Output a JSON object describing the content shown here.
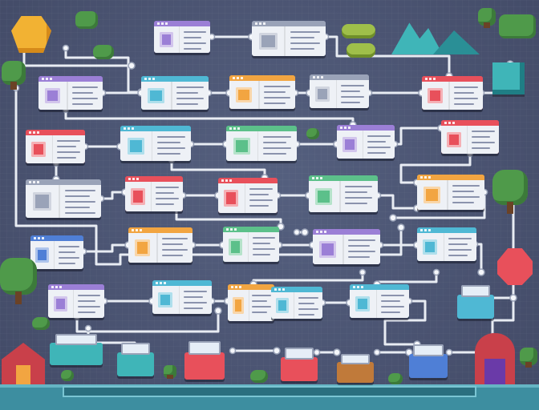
{
  "scene": {
    "palette": {
      "background": "#4b5573",
      "wire": "#e8ecf3",
      "ground": "#3d8ea0",
      "card_body": "#eef1f6"
    }
  },
  "cards": [
    {
      "id": "c1",
      "accent": "#9b7fd6",
      "icon": "window-icon"
    },
    {
      "id": "c2",
      "accent": "#9aa3b8",
      "icon": "robot-icon"
    },
    {
      "id": "c3",
      "accent": "#9b7fd6",
      "icon": "monitor-icon"
    },
    {
      "id": "c4",
      "accent": "#4fb8d4",
      "icon": "box-icon"
    },
    {
      "id": "c5",
      "accent": "#f2a541",
      "icon": "mail-icon"
    },
    {
      "id": "c6",
      "accent": "#9aa3b8",
      "icon": "shield-icon"
    },
    {
      "id": "c7",
      "accent": "#e8505b",
      "icon": "chat-icon"
    },
    {
      "id": "c8",
      "accent": "#e8505b",
      "icon": "clock-icon"
    },
    {
      "id": "c9",
      "accent": "#4fb8d4",
      "icon": "basket-icon"
    },
    {
      "id": "c10",
      "accent": "#5cc08a",
      "icon": "chart-icon"
    },
    {
      "id": "c11",
      "accent": "#9b7fd6",
      "icon": "image-icon"
    },
    {
      "id": "c12",
      "accent": "#e8505b",
      "icon": "gear-icon"
    },
    {
      "id": "c13",
      "accent": "#9aa3b8",
      "icon": "card-icon"
    },
    {
      "id": "c14",
      "accent": "#e8505b",
      "icon": "pencil-icon"
    },
    {
      "id": "c15",
      "accent": "#e8505b",
      "icon": "phone-icon"
    },
    {
      "id": "c16",
      "accent": "#5cc08a",
      "icon": "doc-icon"
    },
    {
      "id": "c17",
      "accent": "#f2a541",
      "icon": "bag-icon"
    },
    {
      "id": "c18",
      "accent": "#4f7fd6",
      "icon": "shield-icon"
    },
    {
      "id": "c19",
      "accent": "#f2a541",
      "icon": "photo-icon"
    },
    {
      "id": "c20",
      "accent": "#5cc08a",
      "icon": "plant-icon"
    },
    {
      "id": "c21",
      "accent": "#9b7fd6",
      "icon": "tv-icon"
    },
    {
      "id": "c22",
      "accent": "#4fb8d4",
      "icon": "list-icon"
    },
    {
      "id": "c23",
      "accent": "#9b7fd6",
      "icon": "puzzle-icon"
    },
    {
      "id": "c24",
      "accent": "#4fb8d4",
      "icon": "monitor-icon"
    },
    {
      "id": "c25",
      "accent": "#f2a541",
      "icon": "letter-icon"
    },
    {
      "id": "c26",
      "accent": "#4fb8d4",
      "icon": "arrow-icon"
    },
    {
      "id": "c27",
      "accent": "#4fb8d4",
      "icon": "note-icon"
    }
  ],
  "props": [
    {
      "id": "sun",
      "kind": "gem",
      "color": "#f2b233"
    },
    {
      "id": "ruby",
      "kind": "gem",
      "color": "#e8505b"
    },
    {
      "id": "mountains",
      "kind": "mountain",
      "color": "#3fb5b8"
    },
    {
      "id": "barrels",
      "kind": "barrel",
      "color": "#9fbf4a"
    },
    {
      "id": "cube",
      "kind": "cube",
      "color": "#3fb5b8"
    },
    {
      "id": "house-left",
      "kind": "house",
      "color": "#c9404a"
    },
    {
      "id": "shop-right",
      "kind": "shop",
      "color": "#c9404a"
    }
  ]
}
